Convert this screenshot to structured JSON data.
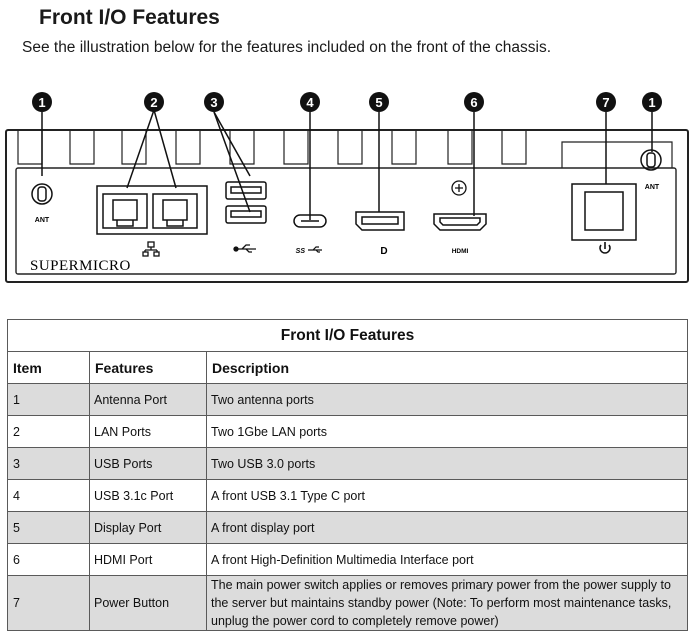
{
  "page": {
    "title": "Front I/O Features",
    "intro": "See the illustration below for the features included on the front of the chassis."
  },
  "diagram": {
    "callouts": [
      "1",
      "2",
      "3",
      "4",
      "5",
      "6",
      "7",
      "1"
    ],
    "brand": "SUPERMICRO",
    "labels": {
      "ant_left": "ANT",
      "ant_right": "ANT",
      "usb31_mark": "SS",
      "hdmi": "HDMI",
      "dp_mark": "D"
    }
  },
  "table": {
    "caption": "Front I/O Features",
    "headers": [
      "Item",
      "Features",
      "Description"
    ],
    "rows": [
      {
        "item": "1",
        "feature": "Antenna Port",
        "description": "Two antenna ports"
      },
      {
        "item": "2",
        "feature": "LAN Ports",
        "description": "Two 1Gbe LAN ports"
      },
      {
        "item": "3",
        "feature": "USB Ports",
        "description": "Two USB 3.0 ports"
      },
      {
        "item": "4",
        "feature": "USB 3.1c Port",
        "description": "A front USB 3.1 Type C port"
      },
      {
        "item": "5",
        "feature": "Display Port",
        "description": "A front display port"
      },
      {
        "item": "6",
        "feature": "HDMI Port",
        "description": "A front High-Definition Multimedia Interface port"
      },
      {
        "item": "7",
        "feature": "Power Button",
        "description": "The main power switch applies or removes primary power from the power supply to the server but maintains standby power (Note: To perform most maintenance tasks, unplug the power cord to completely remove power)"
      }
    ]
  }
}
